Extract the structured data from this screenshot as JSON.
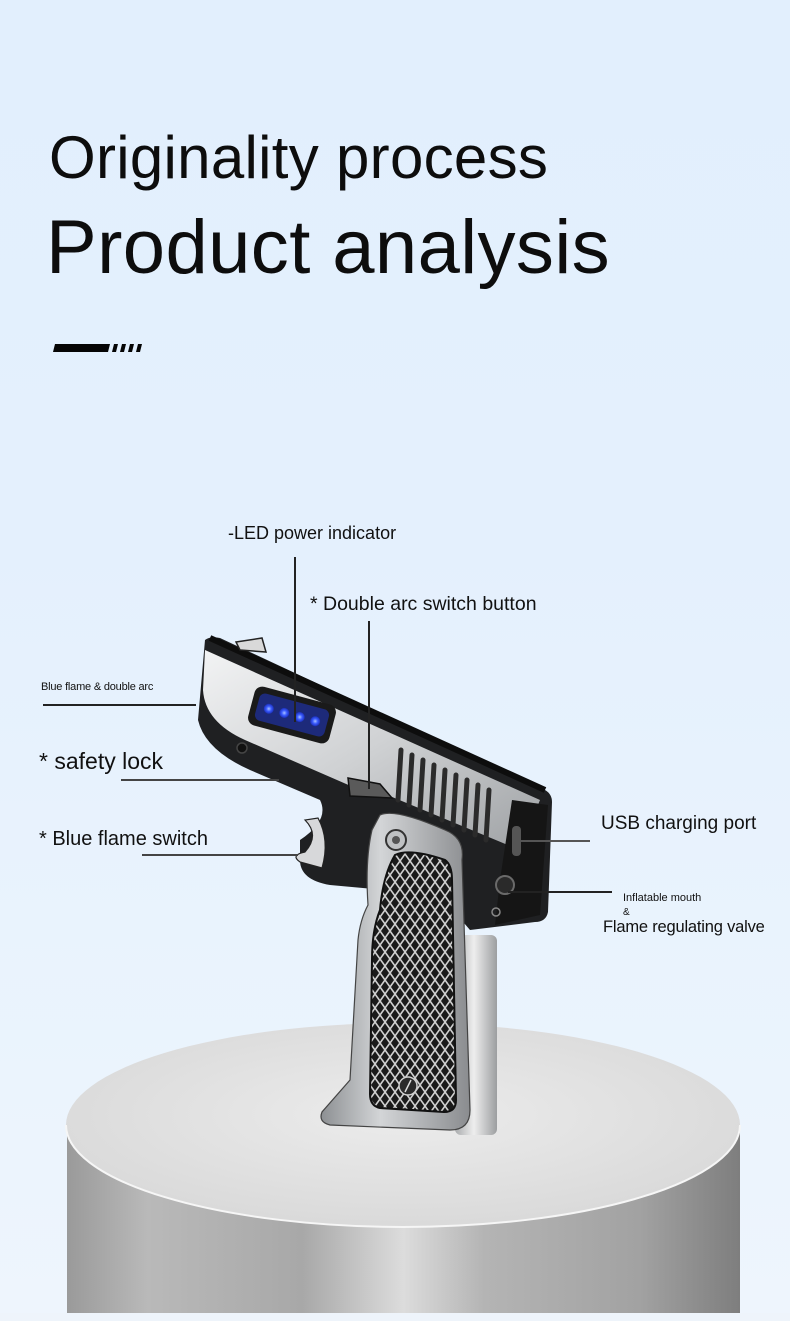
{
  "header": {
    "title_line1": "Originality process",
    "title_line2": "Product analysis"
  },
  "decor": {
    "accent_mark": "dash-stripe-icon"
  },
  "product": {
    "name": "gun-shaped electric lighter",
    "led_dots": 4,
    "led_color": "#2f55ff",
    "body_color": "#1e1f21",
    "metal_color": "#c9cbcd",
    "pedestal_color": "#bdbdbd"
  },
  "callouts": {
    "led": "-LED power indicator",
    "double_arc_button": "* Double arc switch button",
    "blue_flame_double_arc": "Blue flame & double arc",
    "safety_lock": "* safety lock",
    "blue_flame_switch": "* Blue flame switch",
    "usb_port": "USB charging port",
    "inflatable_mouth": "Inflatable mouth",
    "ampersand": "&",
    "flame_valve": "Flame regulating valve"
  },
  "colors": {
    "background": "#e3effd",
    "text": "#0d0d0d",
    "leader_line": "#222222"
  }
}
